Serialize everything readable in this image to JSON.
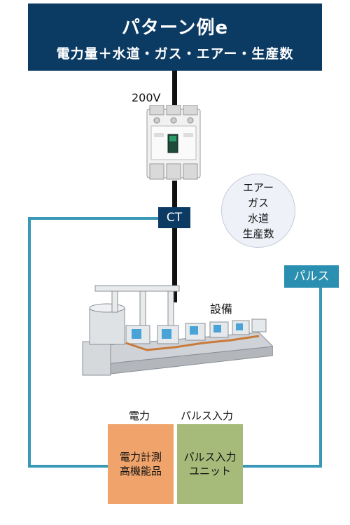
{
  "banner": {
    "title": "パターン例e",
    "subtitle": "電力量＋水道・ガス・エアー・生産数"
  },
  "labels": {
    "voltage": "200V",
    "equipment": "設備",
    "ct": "CT",
    "pulse": "パルス"
  },
  "bubble": {
    "lines": [
      "エアー",
      "ガス",
      "水道",
      "生産数"
    ]
  },
  "boxes": {
    "power": {
      "header": "電力",
      "line1": "電力計測",
      "line2": "高機能品"
    },
    "pulse_input": {
      "header": "パルス入力",
      "line1": "パルス入力",
      "line2": "ユニット"
    }
  },
  "colors": {
    "navy": "#0b3a63",
    "teal": "#3a98b7",
    "orange": "#f0a46c",
    "green": "#a6bb7a"
  }
}
